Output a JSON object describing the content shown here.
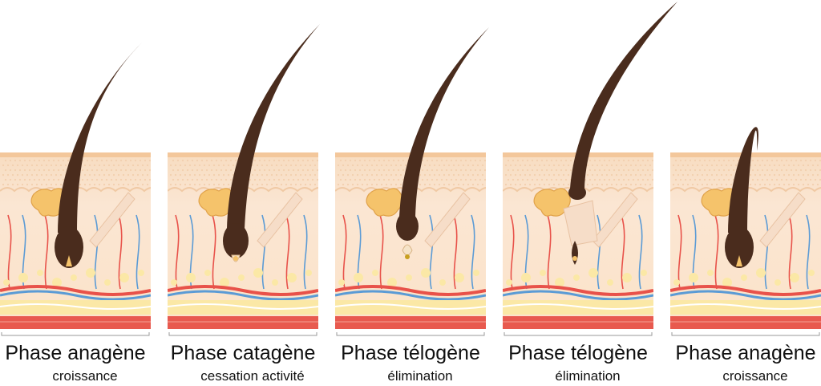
{
  "panels": [
    {
      "title": "Phase anagène",
      "subtitle": "croissance",
      "stage": "anagen"
    },
    {
      "title": "Phase catagène",
      "subtitle": "cessation activité",
      "stage": "catagen"
    },
    {
      "title": "Phase télogène",
      "subtitle": "élimination",
      "stage": "telogen"
    },
    {
      "title": "Phase télogène",
      "subtitle": "élimination",
      "stage": "telogen-shed"
    },
    {
      "title": "Phase anagène",
      "subtitle": "croissance",
      "stage": "anagen-new"
    }
  ],
  "colors": {
    "epidermis": "#f6d9b8",
    "dermis": "#fbe3cc",
    "skin_top": "#f3c79b",
    "hair": "#4a2c1d",
    "gland": "#f5c36b",
    "artery": "#e8524a",
    "vein": "#5b9bd5",
    "fat": "#fbe8a6",
    "muscle": "#e85a4f"
  },
  "icons": [
    "hair-follicle-icon",
    "sebaceous-gland-icon",
    "blood-vessel-icon"
  ]
}
